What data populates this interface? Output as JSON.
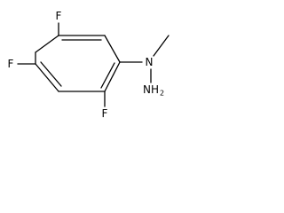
{
  "molecule": {
    "atoms": {
      "f_top": "F",
      "f_left": "F",
      "f_bottom": "F",
      "n_ring": "N",
      "nh2_main": "NH",
      "nh2_sub": "2"
    }
  }
}
